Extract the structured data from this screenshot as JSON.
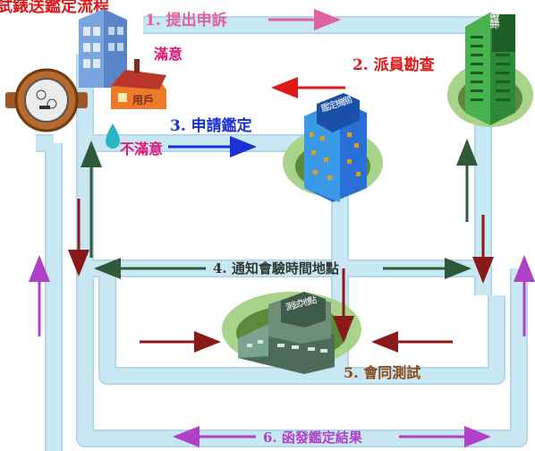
{
  "diagram": {
    "title": "試錶送鑑定流程",
    "steps": {
      "s1": "1. 提出申訴",
      "s2": "2. 派員勘查",
      "s3": "3. 申請鑑定",
      "s4": "4. 通知會驗時間地點",
      "s5": "5. 會同測試",
      "s6": "6. 函發鑑定結果"
    },
    "outcomes": {
      "satisfied": "滿意",
      "unsatisfied": "不滿意"
    },
    "buildings": {
      "utility_sign": "事業單位",
      "agency_sign": "鑑定機關",
      "test_sign": "測試地點",
      "house_sign": "用戶"
    },
    "colors": {
      "step1": "#e060a0",
      "step2": "#e01818",
      "step3": "#1a2fd6",
      "step4": "#2f5a3a",
      "step5": "#8a4a1a",
      "step6": "#b040c8",
      "dark_red_arrow": "#8a1a1a",
      "green_arrow": "#2f5a3a",
      "road": "#c9e7f3"
    }
  }
}
